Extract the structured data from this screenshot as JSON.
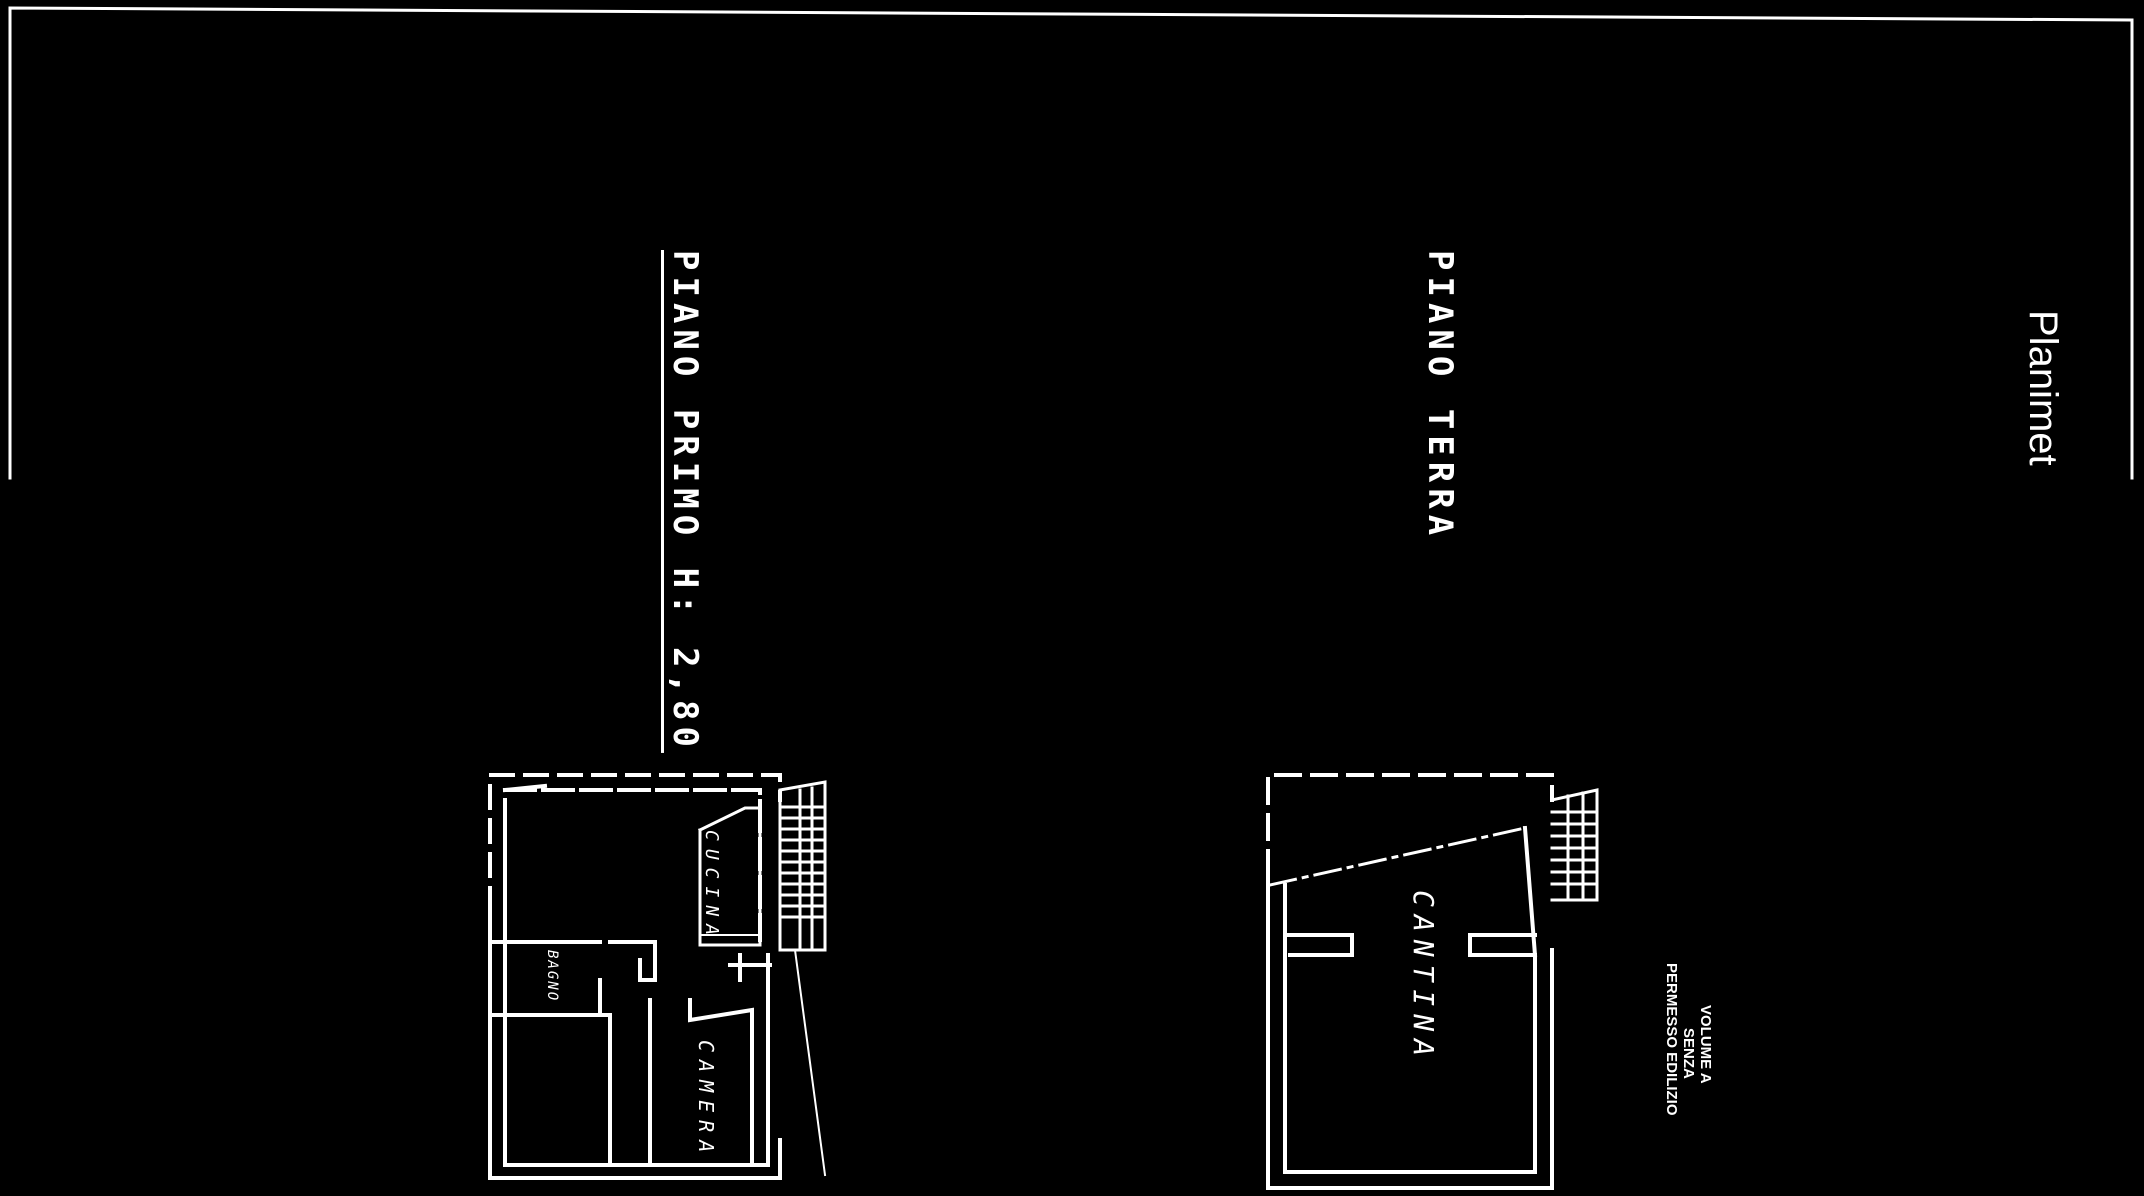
{
  "document": {
    "title": "Planimet"
  },
  "floors": [
    {
      "title": "PIANO PRIMO H: 2,80",
      "rooms": [
        "CUCINA",
        "BAGNO",
        "CAMERA"
      ]
    },
    {
      "title": "PIANO TERRA",
      "rooms": [
        "CANTINA"
      ]
    }
  ],
  "note": {
    "line1": "VOLUME A",
    "line2": "SENZA",
    "line3": "PERMESSO EDILIZIO"
  }
}
